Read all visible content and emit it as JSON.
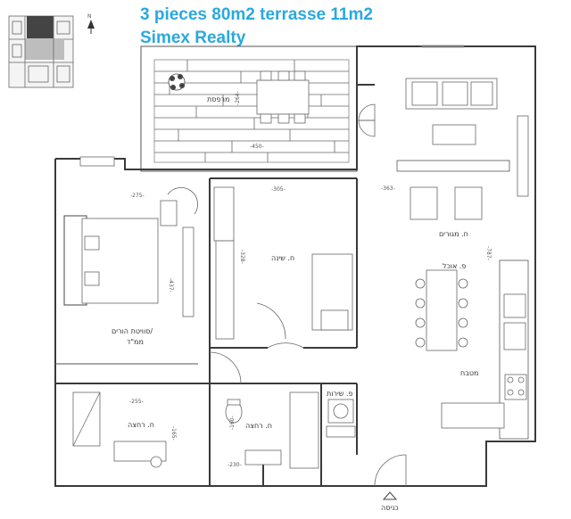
{
  "header": {
    "title": "3 pieces 80m2 terrasse 11m2",
    "subtitle": "Simex Realty"
  },
  "rooms": {
    "terrace": "מרפסת",
    "living": "ח. מגורים",
    "dining": "פ. אוכל",
    "kitchen": "מטבח",
    "bedroom": "ח. שינה",
    "master_line1": "סוויטת הורים/",
    "master_line2": "ממ\"ד",
    "master_bath": "ח. רחצה",
    "bath": "ח. רחצה",
    "laundry": "פ. שירות",
    "entrance": "כניסה"
  },
  "dimensions": {
    "terrace_depth": "-264-",
    "terrace_width": "-450-",
    "master_width": "-275-",
    "master_depth": "-437-",
    "bedroom_width": "-305-",
    "bedroom_depth": "-328-",
    "living_width": "-363-",
    "living_depth": "-787-",
    "master_bath_width": "-255-",
    "master_bath_depth": "-165-",
    "bath_depth": "-160-",
    "bath_width": "-230-"
  },
  "compass": {
    "label": "N",
    "icon": "north-arrow-icon"
  },
  "colors": {
    "title": "#2aa8e0",
    "walls": "#3a3a3a"
  }
}
